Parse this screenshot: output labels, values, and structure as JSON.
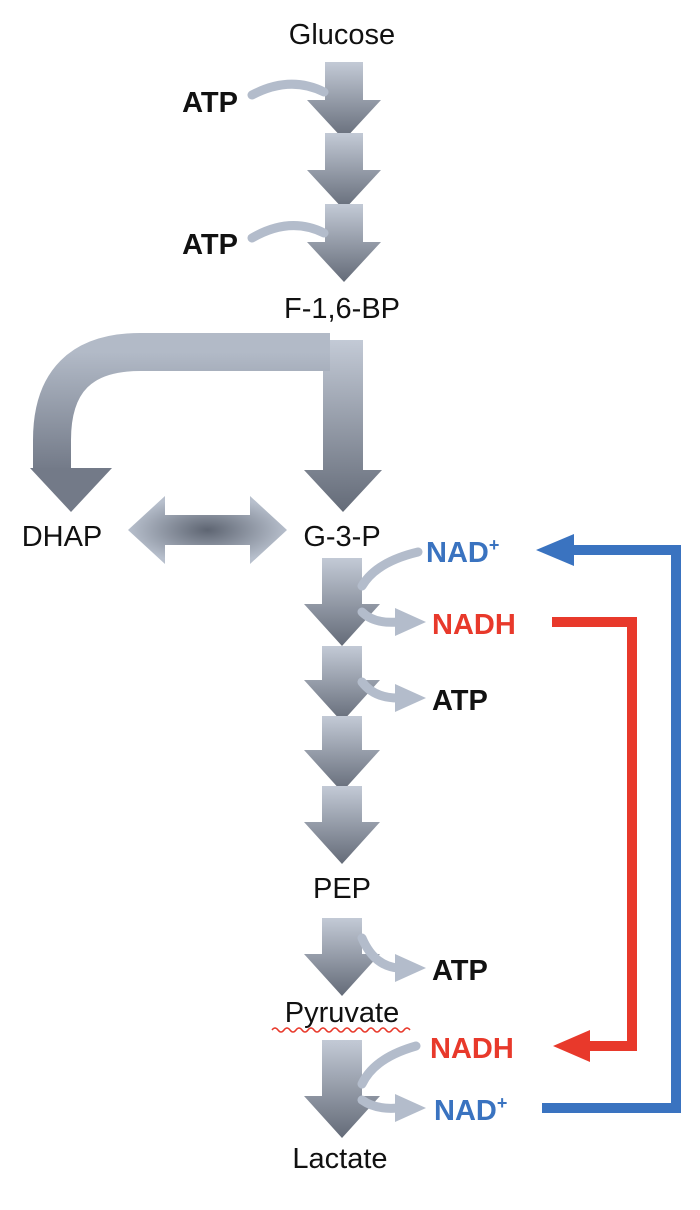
{
  "metabolites": {
    "glucose": "Glucose",
    "f16bp": "F-1,6-BP",
    "dhap": "DHAP",
    "g3p": "G-3-P",
    "pep": "PEP",
    "pyruvate": "Pyruvate",
    "lactate": "Lactate"
  },
  "cofactors": {
    "atp_in_1": "ATP",
    "atp_in_2": "ATP",
    "nad_plus_1": "NAD",
    "nad_plus_1_sup": "+",
    "nadh_1": "NADH",
    "atp_out_1": "ATP",
    "atp_out_2": "ATP",
    "nadh_2": "NADH",
    "nad_plus_2": "NAD",
    "nad_plus_2_sup": "+"
  },
  "colors": {
    "nadh": "#e8392b",
    "nad_plus": "#3a73c0",
    "arrow_light": "#b9c2d0",
    "arrow_dark": "#6b7280",
    "side_arrow": "#b3bccb"
  }
}
